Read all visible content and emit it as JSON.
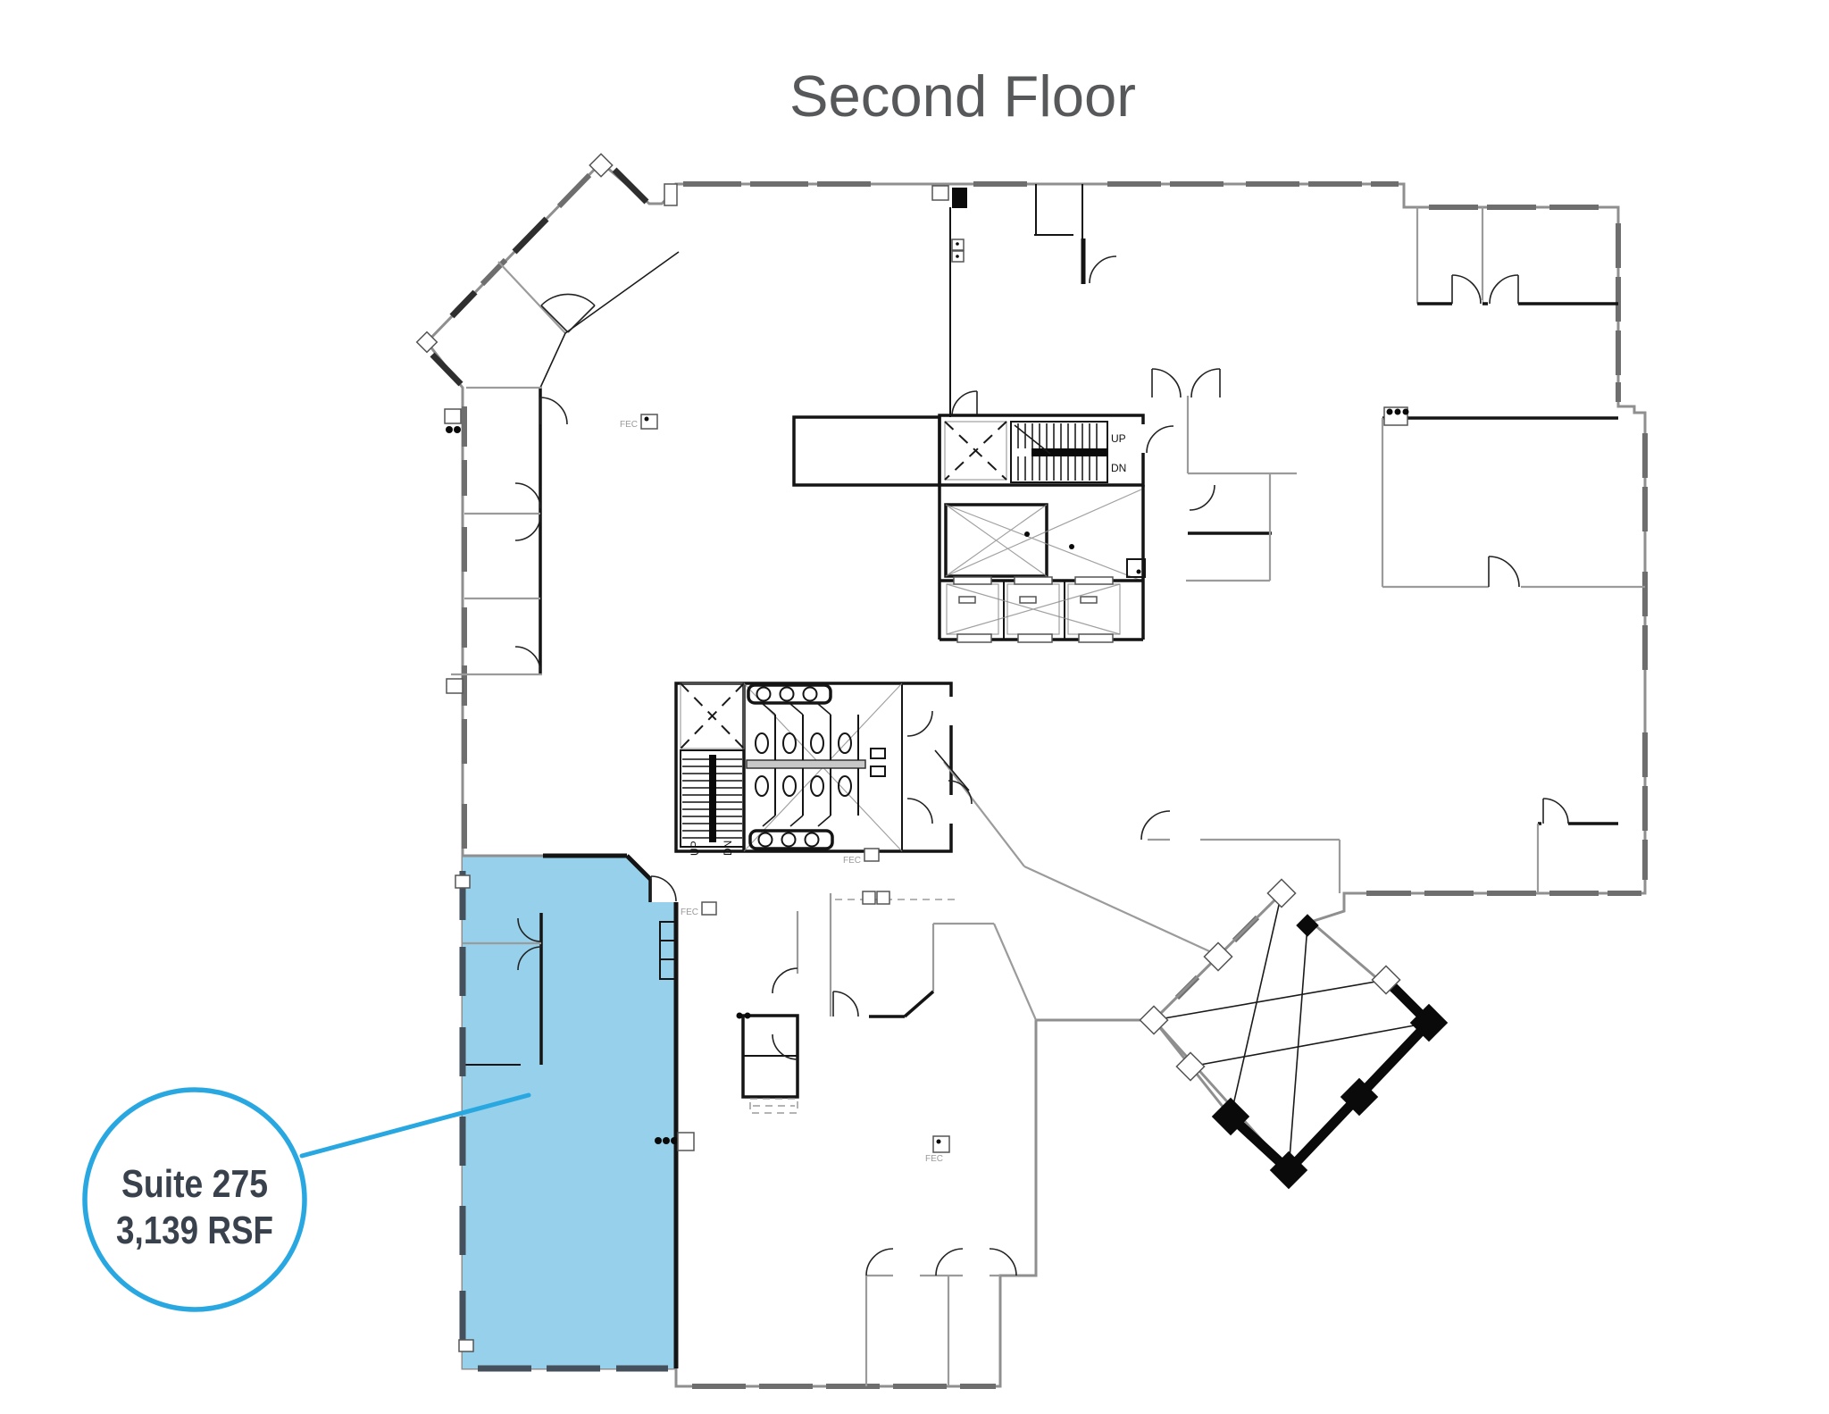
{
  "page": {
    "title": "Second Floor"
  },
  "callout": {
    "suite_name": "Suite 275",
    "suite_area": "3,139 RSF"
  },
  "suite": {
    "name": "Suite 275",
    "area": "3,139 RSF",
    "highlighted": true
  },
  "plan_labels": {
    "up": "UP",
    "dn": "DN",
    "fec": "FEC"
  },
  "colors": {
    "accent_blue": "#29A7E1",
    "suite_fill": "#96D0EA",
    "wall_gray": "#8F8F8F",
    "wall_dark": "#141414",
    "window_slate": "#44505B",
    "title_gray": "#57585A",
    "callout_text": "#39424C",
    "background": "#FFFFFF"
  }
}
